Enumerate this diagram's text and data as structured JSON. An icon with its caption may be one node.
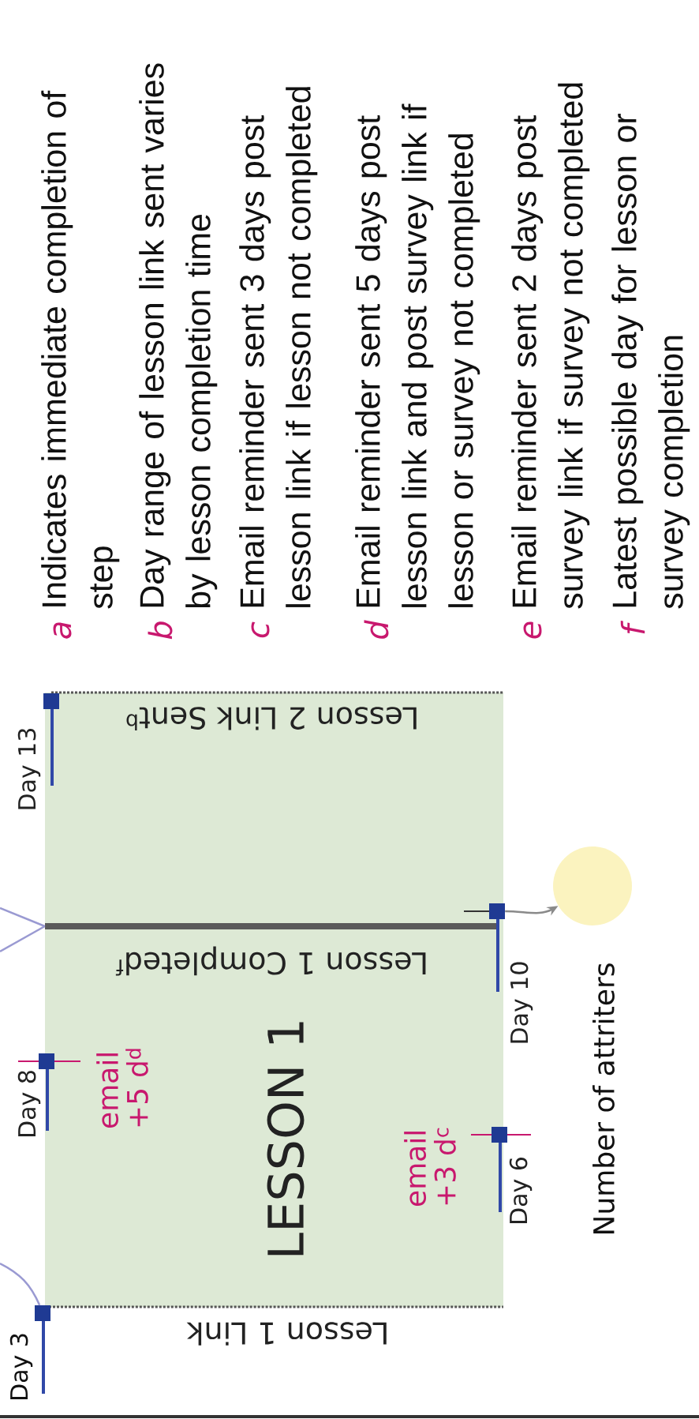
{
  "diagram": {
    "nodes": [
      {
        "text": [
          "LESSON 1"
        ]
      },
      {
        "text": [
          "Day 3"
        ]
      },
      {
        "text": [
          "Day 8"
        ],
        "beside": [
          "email +5 d$^{d}$"
        ]
      },
      {
        "text": [
          "Day 6"
        ],
        "beside": [
          "email +3 d$^{c}$"
        ]
      },
      {
        "text": [],
        "shape": "bar",
        "in": 0,
        "beside": [
          "Lesson 1 Completed$^{f}$"
        ]
      },
      {
        "text": [
          "Day 10"
        ]
      },
      {
        "text": [
          "Day 13"
        ],
        "beside": [
          "Lesson 2 Link Sent$^{b}$"
        ]
      },
      {
        "text": [],
        "shape": "circle",
        "beside": [
          "Number of attriters"
        ]
      }
    ],
    "edges": [
      {
        "from": null,
        "to": 1,
        "arrow": "none",
        "color": "#9a9ad2"
      },
      {
        "from": null,
        "to": 4,
        "arrow": "none",
        "color": "#9a9ad2"
      },
      {
        "from": null,
        "to": 4,
        "arrow": "none",
        "color": "#9a9ad2"
      },
      {
        "from": 5,
        "to": 7,
        "arrow": "to",
        "color": "#8a8a8a"
      }
    ],
    "labels": [
      "a",
      "Indicates immediate completion of step",
      "b",
      "Day range of lesson link sent varies by lesson completion time",
      "c",
      "Email reminder sent 3 days post lesson link if lesson not completed",
      "d",
      "Email reminder sent 5 days post lesson link and post survey link if lesson or survey not completed",
      "e",
      "Email reminder sent 2 days post survey link if survey not completed",
      "f",
      "Latest possible day for lesson or survey completion",
      "Lesson 1 Link"
    ]
  }
}
